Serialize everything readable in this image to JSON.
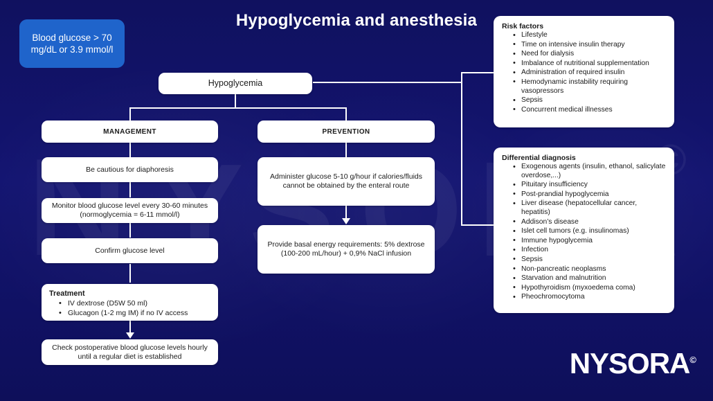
{
  "title": "Hypoglycemia and anesthesia",
  "colors": {
    "background": "#111266",
    "callout_blue": "#1f64cb",
    "box_white": "#ffffff",
    "text_dark": "#1a1a1a",
    "connector": "#ffffff"
  },
  "callout": {
    "text": "Blood glucose > 70 mg/dL or 3.9 mmol/l"
  },
  "root": {
    "label": "Hypoglycemia"
  },
  "branches": [
    {
      "id": "management",
      "header": "MANAGEMENT",
      "steps": [
        {
          "type": "text",
          "text": "Be cautious for diaphoresis"
        },
        {
          "type": "text",
          "text": "Monitor blood glucose level every 30-60 minutes (normoglycemia = 6-11 mmol/l)"
        },
        {
          "type": "text",
          "text": "Confirm glucose level"
        },
        {
          "type": "list",
          "title": "Treatment",
          "items": [
            "IV dextrose (D5W 50 ml)",
            "Glucagon (1-2 mg IM) if no IV access"
          ]
        },
        {
          "type": "text",
          "text": "Check postoperative blood glucose levels hourly until a regular diet is established"
        }
      ]
    },
    {
      "id": "prevention",
      "header": "PREVENTION",
      "steps": [
        {
          "type": "text",
          "text": "Administer glucose 5-10 g/hour if calories/fluids cannot be obtained by the enteral route"
        },
        {
          "type": "text",
          "text": "Provide basal energy requirements: 5% dextrose (100-200 mL/hour) + 0,9% NaCl infusion"
        }
      ]
    }
  ],
  "panels": [
    {
      "id": "risk-factors",
      "title": "Risk factors",
      "items": [
        "Lifestyle",
        "Time on intensive insulin therapy",
        "Need for dialysis",
        "Imbalance of nutritional supplementation",
        "Administration of required insulin",
        "Hemodynamic instability requiring vasopressors",
        "Sepsis",
        "Concurrent medical illnesses"
      ]
    },
    {
      "id": "differential-diagnosis",
      "title": "Differential diagnosis",
      "items": [
        "Exogenous agents (insulin, ethanol, salicylate overdose,...)",
        "Pituitary insufficiency",
        "Post-prandial hypoglycemia",
        "Liver disease (hepatocellular cancer, hepatitis)",
        "Addison’s disease",
        "Islet cell tumors (e.g. insulinomas)",
        "Immune hypoglycemia",
        "Infection",
        "Sepsis",
        "Non-pancreatic neoplasms",
        "Starvation and malnutrition",
        "Hypothyroidism (myxoedema coma)",
        "Pheochromocytoma"
      ]
    }
  ],
  "watermark": {
    "letters": [
      "N",
      "Y",
      "S",
      "O",
      "R",
      "A"
    ],
    "copyright": "©"
  },
  "logo": {
    "text": "NYSORA",
    "copyright": "©"
  }
}
